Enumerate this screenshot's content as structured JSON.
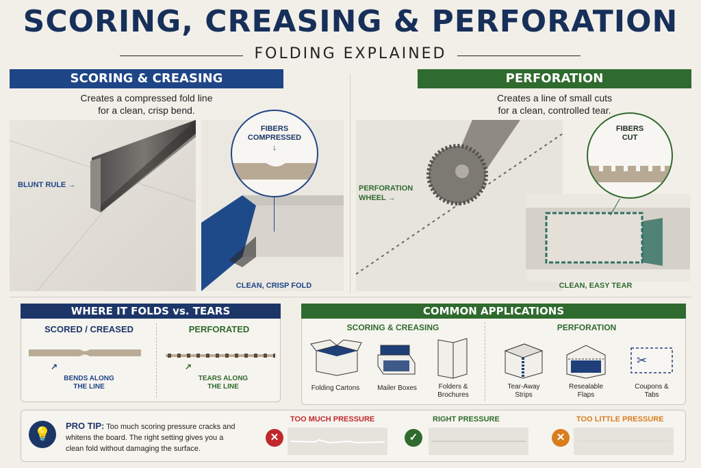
{
  "header": {
    "title": "SCORING, CREASING & PERFORATION",
    "subtitle": "FOLDING EXPLAINED"
  },
  "scoring": {
    "heading": "SCORING & CREASING",
    "desc_line1": "Creates a compressed fold line",
    "desc_line2": "for a clean, crisp bend.",
    "tool_label": "BLUNT RULE",
    "callout_line1": "FIBERS",
    "callout_line2": "COMPRESSED",
    "result_label": "CLEAN, CRISP FOLD"
  },
  "perforation": {
    "heading": "PERFORATION",
    "desc_line1": "Creates a line of small cuts",
    "desc_line2": "for a clean, controlled tear.",
    "tool_label_line1": "PERFORATION",
    "tool_label_line2": "WHEEL",
    "callout_line1": "FIBERS",
    "callout_line2": "CUT",
    "result_label": "CLEAN, EASY TEAR"
  },
  "folds_vs_tears": {
    "heading": "WHERE IT FOLDS vs. TEARS",
    "left_head": "SCORED / CREASED",
    "left_caption_line1": "BENDS ALONG",
    "left_caption_line2": "THE LINE",
    "right_head": "PERFORATED",
    "right_caption_line1": "TEARS ALONG",
    "right_caption_line2": "THE LINE"
  },
  "applications": {
    "heading": "COMMON APPLICATIONS",
    "scoring_head": "SCORING & CREASING",
    "perforation_head": "PERFORATION",
    "items": [
      {
        "label_line1": "Folding Cartons",
        "label_line2": "",
        "icon": "folding-carton-icon"
      },
      {
        "label_line1": "Mailer Boxes",
        "label_line2": "",
        "icon": "mailer-box-icon"
      },
      {
        "label_line1": "Folders &",
        "label_line2": "Brochures",
        "icon": "folder-icon"
      },
      {
        "label_line1": "Tear-Away",
        "label_line2": "Strips",
        "icon": "tear-strip-box-icon"
      },
      {
        "label_line1": "Resealable",
        "label_line2": "Flaps",
        "icon": "resealable-flap-icon"
      },
      {
        "label_line1": "Coupons &",
        "label_line2": "Tabs",
        "icon": "coupon-scissors-icon"
      }
    ]
  },
  "tip": {
    "label": "PRO TIP:",
    "text_line1": "Too much scoring pressure cracks and",
    "text_line2": "whitens the board. The right setting gives you a",
    "text_line3": "clean fold without damaging the surface.",
    "pressures": [
      {
        "label": "TOO MUCH PRESSURE",
        "color": "#c0282d",
        "icon": "x-icon"
      },
      {
        "label": "RIGHT PRESSURE",
        "color": "#2f6a2e",
        "icon": "check-icon"
      },
      {
        "label": "TOO LITTLE PRESSURE",
        "color": "#d97d1f",
        "icon": "x-icon"
      }
    ]
  },
  "colors": {
    "navy": "#17305a",
    "blue": "#1e4586",
    "green": "#2f6a2e",
    "red": "#c0282d",
    "orange": "#d97d1f"
  }
}
